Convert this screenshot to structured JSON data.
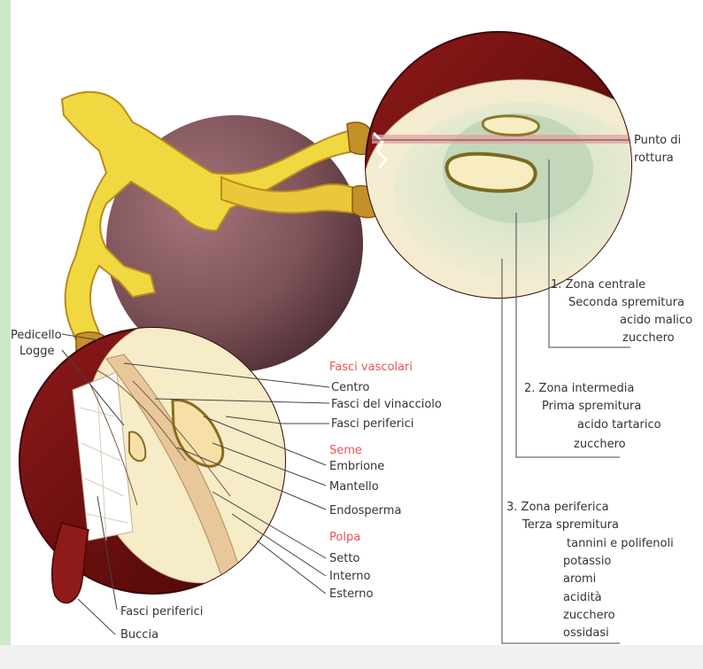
{
  "labels": {
    "punto_rottura_1": "Punto di",
    "punto_rottura_2": "rottura",
    "zona_centrale": "1. Zona centrale",
    "seconda_spremitura": "Seconda spremitura",
    "acido_malico": "acido malico",
    "zucchero_1": "zucchero",
    "zona_intermedia": "2. Zona intermedia",
    "prima_spremitura": "Prima spremitura",
    "acido_tartarico": "acido tartarico",
    "zucchero_2": "zucchero",
    "zona_periferica": "3. Zona periferica",
    "terza_spremitura": "Terza spremitura",
    "tannini": "tannini e polifenoli",
    "potassio": "potassio",
    "aromi": "aromi",
    "acidita": "acidità",
    "zucchero_3": "zucchero",
    "ossidasi": "ossidasi",
    "pedicello": "Pedicello",
    "logge": "Logge",
    "fasci_vascolari": "Fasci vascolari",
    "centro": "Centro",
    "fasci_vinacciolo": "Fasci del vinacciolo",
    "fasci_periferici_1": "Fasci periferici",
    "seme": "Seme",
    "embrione": "Embrione",
    "mantello": "Mantello",
    "endosperma": "Endosperma",
    "polpa": "Polpa",
    "setto": "Setto",
    "interno": "Interno",
    "esterno": "Esterno",
    "fasci_periferici_2": "Fasci periferici",
    "buccia": "Buccia"
  },
  "colors": {
    "skin_dark": "#6a0d0d",
    "skin_red": "#8e1a1a",
    "pulp": "#f6ecc8",
    "pulp_green": "#dfe8cf",
    "stem": "#f0d840",
    "stem_brown": "#b98a1f",
    "back_grape": "#7c5258",
    "label_red": "#e8545a",
    "left_edge": "#cfe8c8"
  }
}
